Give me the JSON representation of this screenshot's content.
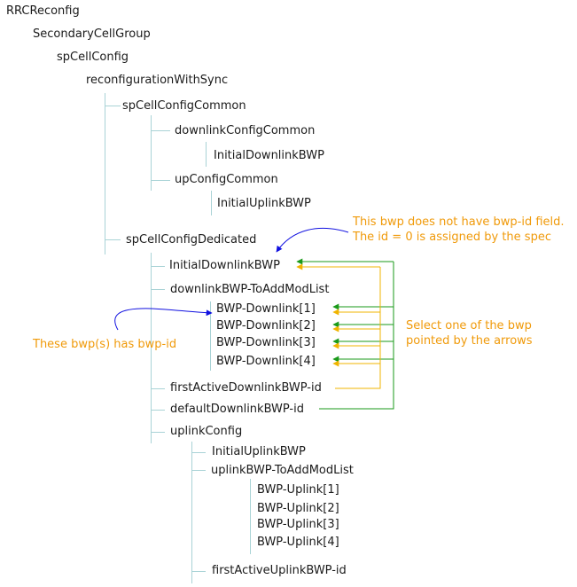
{
  "tree": {
    "rrc_reconfig": "RRCReconfig",
    "secondary_cell_group": "SecondaryCellGroup",
    "sp_cell_config": "spCellConfig",
    "reconfiguration_with_sync": "reconfigurationWithSync",
    "sp_cell_config_common": "spCellConfigCommon",
    "downlink_config_common": "downlinkConfigCommon",
    "initial_downlink_bwp_common": "InitialDownlinkBWP",
    "up_config_common": "upConfigCommon",
    "initial_uplink_bwp_common": "InitialUplinkBWP",
    "sp_cell_config_dedicated": "spCellConfigDedicated",
    "initial_downlink_bwp": "InitialDownlinkBWP",
    "downlink_bwp_to_add_mod_list": "downlinkBWP-ToAddModList",
    "bwp_downlink": [
      "BWP-Downlink[1]",
      "BWP-Downlink[2]",
      "BWP-Downlink[3]",
      "BWP-Downlink[4]"
    ],
    "first_active_downlink_bwp_id": "firstActiveDownlinkBWP-id",
    "default_downlink_bwp_id": "defaultDownlinkBWP-id",
    "uplink_config": "uplinkConfig",
    "initial_uplink_bwp": "InitialUplinkBWP",
    "uplink_bwp_to_add_mod_list": "uplinkBWP-ToAddModList",
    "bwp_uplink": [
      "BWP-Uplink[1]",
      "BWP-Uplink[2]",
      "BWP-Uplink[3]",
      "BWP-Uplink[4]"
    ],
    "first_active_uplink_bwp_id": "firstActiveUplinkBWP-id"
  },
  "annotations": {
    "no_bwp_id_line1": "This bwp does not have bwp-id field.",
    "no_bwp_id_line2": "The id = 0 is assigned by the spec",
    "select_line1": "Select one of the bwp",
    "select_line2": "pointed by the arrows",
    "has_bwp_id": "These bwp(s) has bwp-id"
  },
  "colors": {
    "tree_line": "#a9d3d6",
    "annotation_text": "#f09a0a",
    "first_active_arrow": "#f0b400",
    "default_arrow": "#1a9a1a",
    "pointer_arrow": "#1010e0"
  }
}
